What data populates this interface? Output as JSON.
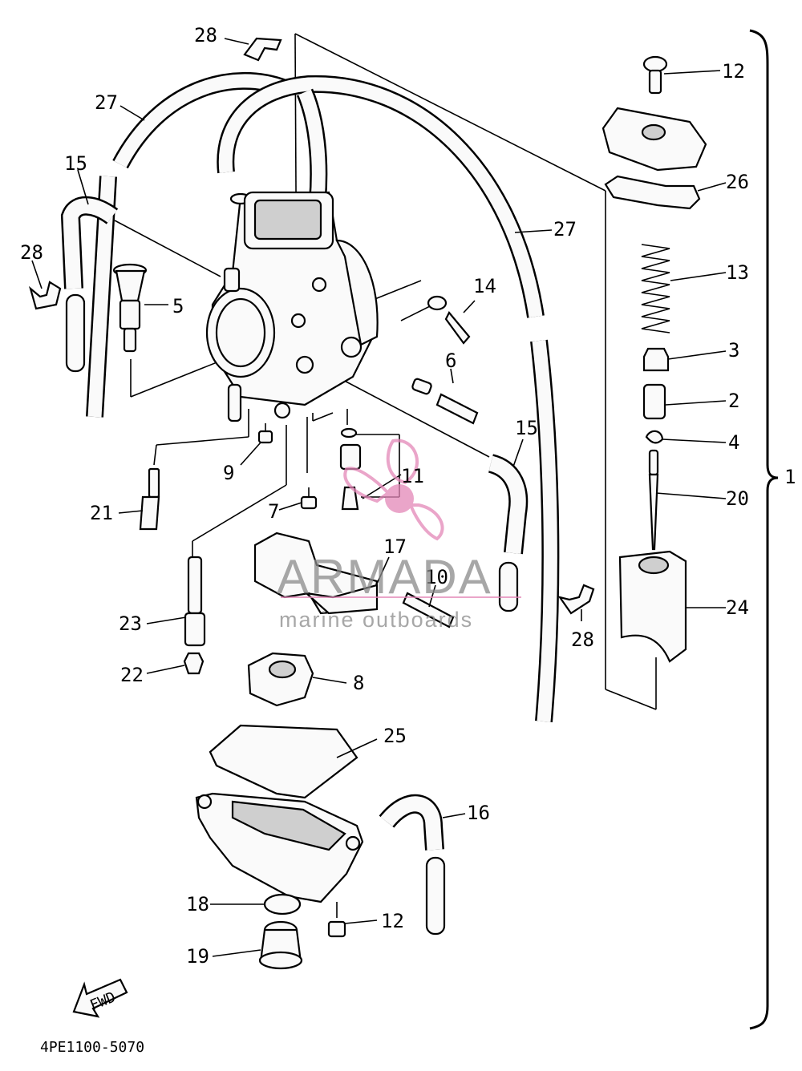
{
  "diagram": {
    "part_code": "4PE1100-5070",
    "fwd_label": "FWD",
    "assembly_label": "1",
    "callouts": [
      "12",
      "26",
      "13",
      "3",
      "2",
      "4",
      "20",
      "24",
      "28",
      "27",
      "15",
      "28",
      "5",
      "14",
      "6",
      "27",
      "9",
      "21",
      "7",
      "11",
      "15",
      "17",
      "10",
      "23",
      "22",
      "8",
      "28",
      "25",
      "16",
      "18",
      "12",
      "19"
    ]
  },
  "watermark": {
    "brand": "ARMADA",
    "tagline": "marine outboards",
    "colors": {
      "logo_pink": "#e487b8",
      "text_gray": "#8a8a8a"
    }
  }
}
